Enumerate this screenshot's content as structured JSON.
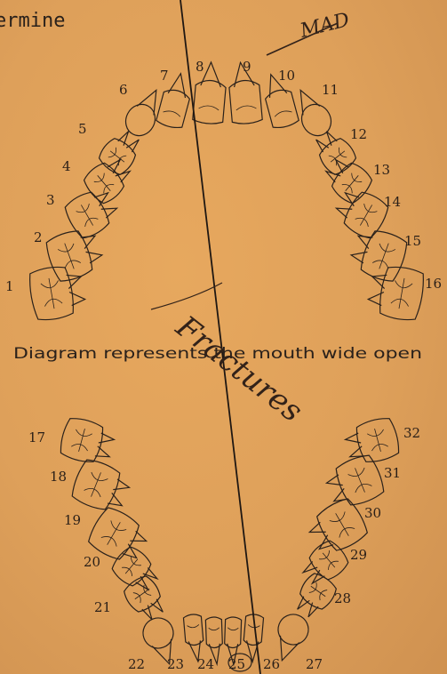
{
  "header_fragment": "ermine",
  "caption": "Diagram represents the mouth wide open",
  "handwriting": {
    "top_right": "MAD",
    "diagonal": "Fractures"
  },
  "upper_teeth": [
    "1",
    "2",
    "3",
    "4",
    "5",
    "6",
    "7",
    "8",
    "9",
    "10",
    "11",
    "12",
    "13",
    "14",
    "15",
    "16"
  ],
  "lower_teeth": [
    "17",
    "18",
    "19",
    "20",
    "21",
    "22",
    "23",
    "24",
    "25",
    "26",
    "27",
    "28",
    "29",
    "30",
    "31",
    "32"
  ],
  "circled_tooth": "25",
  "colors": {
    "paper": "#dea05a",
    "ink": "#2a211b"
  }
}
